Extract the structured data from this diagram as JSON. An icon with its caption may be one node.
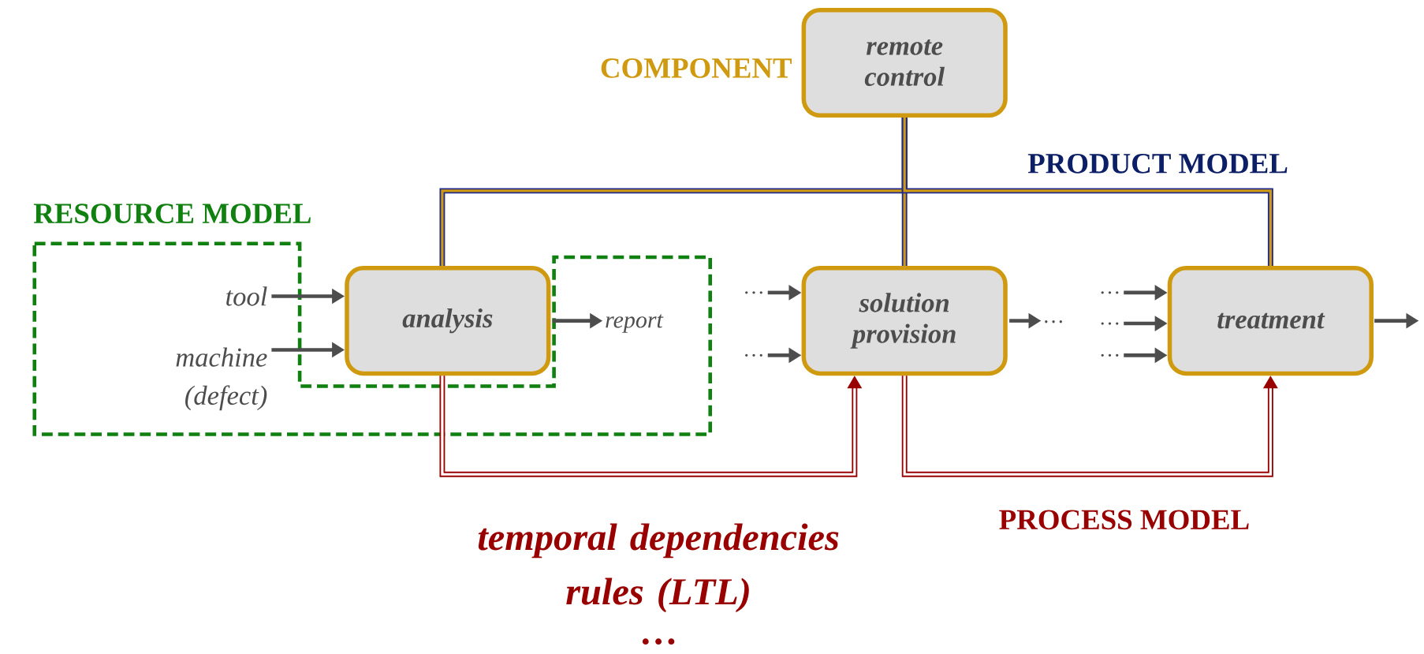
{
  "diagram": {
    "nodes": [
      {
        "text": [
          "remote control"
        ],
        "beside": [
          "COMPONENT"
        ]
      },
      {
        "text": [
          "analysis"
        ]
      },
      {
        "text": [
          "solution provision"
        ]
      },
      {
        "text": [
          "treatment"
        ]
      },
      {
        "text": [
          "tool"
        ]
      },
      {
        "text": [
          "machine (defect)"
        ]
      },
      {
        "text": [
          "report"
        ]
      },
      {
        "text": [
          "…"
        ]
      },
      {
        "text": [
          "…"
        ]
      },
      {
        "text": [
          "…"
        ]
      },
      {
        "text": [
          "…"
        ]
      },
      {
        "text": [
          "…"
        ]
      },
      {
        "text": [
          "…"
        ]
      }
    ],
    "edges": [
      {
        "from": 4,
        "to": 1,
        "arrow": "to"
      },
      {
        "from": 5,
        "to": 1,
        "arrow": "to"
      },
      {
        "from": 1,
        "to": 6,
        "arrow": "to"
      },
      {
        "from": 7,
        "to": 2,
        "arrow": "to"
      },
      {
        "from": 8,
        "to": 2,
        "arrow": "to"
      },
      {
        "from": 2,
        "to": 9,
        "arrow": "to"
      },
      {
        "from": 10,
        "to": 3,
        "arrow": "to"
      },
      {
        "from": 11,
        "to": 3,
        "arrow": "to"
      },
      {
        "from": 12,
        "to": 3,
        "arrow": "to"
      },
      {
        "from": 3,
        "to": null,
        "arrow": "to"
      },
      {
        "from": 0,
        "to": 1,
        "arrow": "none",
        "color": "#1f2a8c"
      },
      {
        "from": 0,
        "to": 2,
        "arrow": "none",
        "color": "#1f2a8c"
      },
      {
        "from": 0,
        "to": 3,
        "arrow": "none",
        "color": "#1f2a8c"
      },
      {
        "from": 1,
        "to": 2,
        "arrow": "to",
        "color": "#990000"
      },
      {
        "from": 2,
        "to": 3,
        "arrow": "to",
        "color": "#990000"
      }
    ],
    "labels": [
      "PRODUCT MODEL",
      "RESOURCE MODEL",
      "PROCESS MODEL",
      "temporal dependencies rules (LTL)",
      "…"
    ]
  }
}
